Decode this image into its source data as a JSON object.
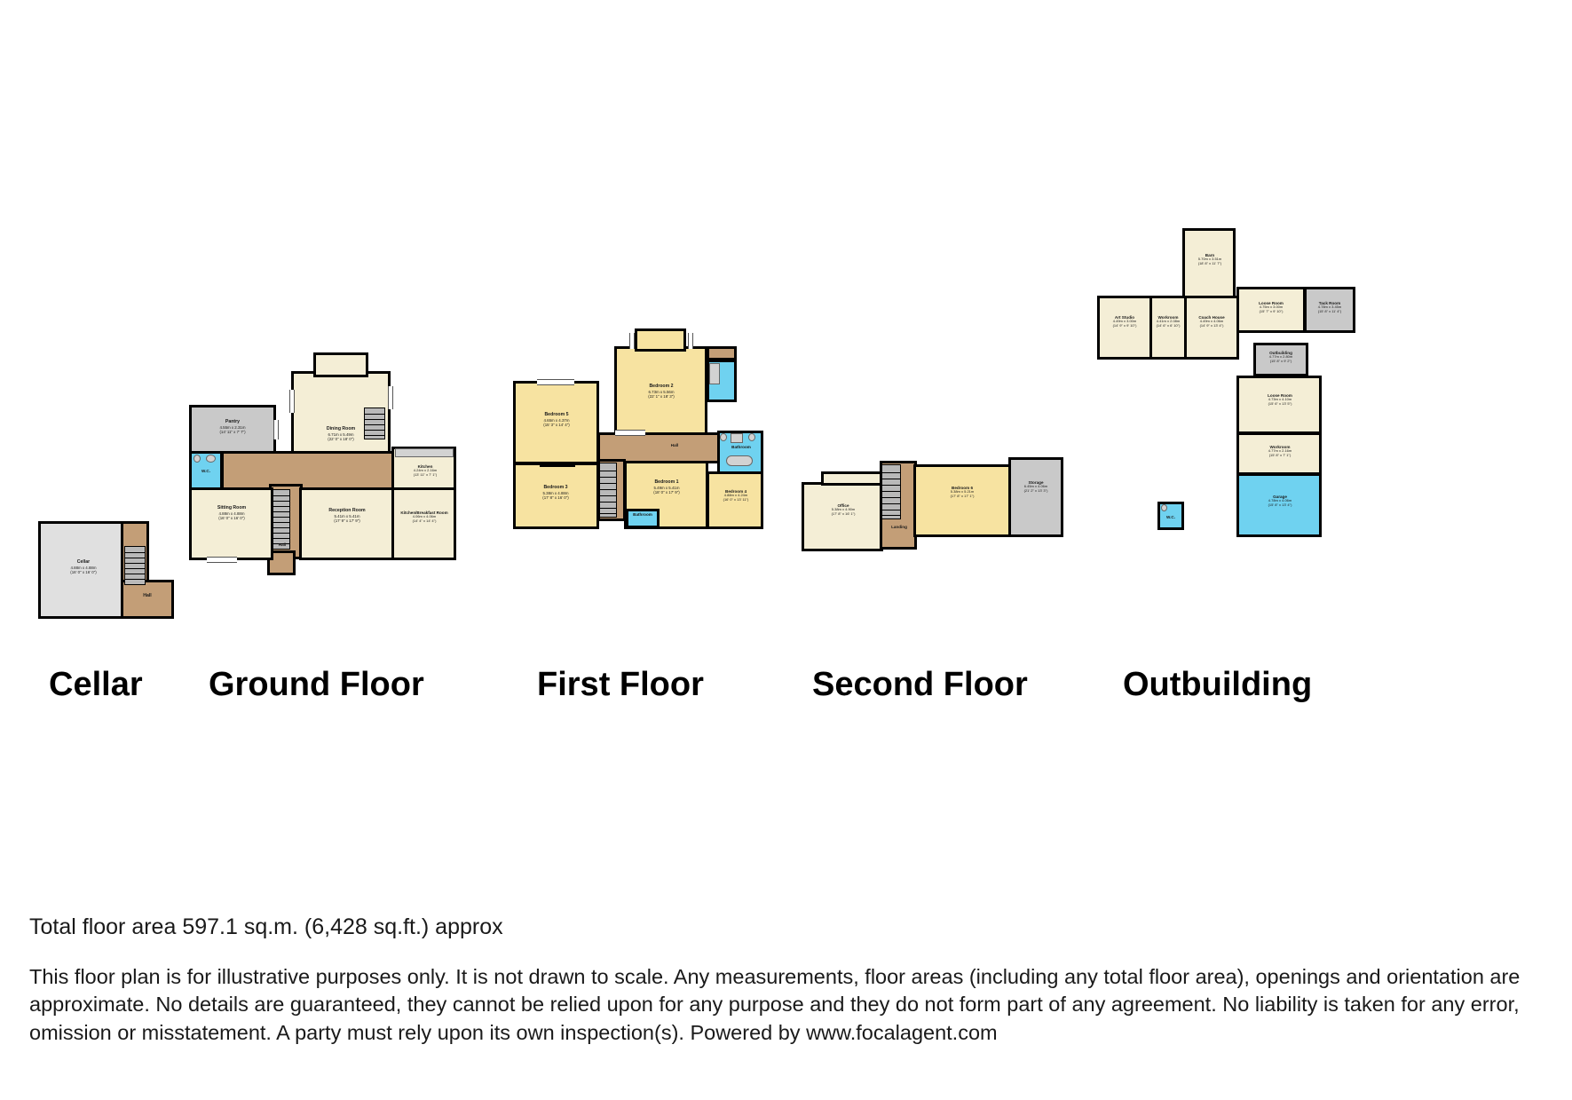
{
  "footer": {
    "total_area": "Total floor area 597.1 sq.m. (6,428 sq.ft.) approx",
    "disclaimer": "This floor plan is for illustrative purposes only. It is not drawn to scale. Any measurements, floor areas (including any total floor area), openings and orientation are approximate. No details are guaranteed, they cannot be relied upon for any purpose and they do not form part of any agreement. No liability is taken for any error, omission or misstatement. A party must rely upon its own inspection(s). Powered by www.focalagent.com"
  },
  "floors": [
    {
      "id": "cellar",
      "caption": "Cellar"
    },
    {
      "id": "ground_floor",
      "caption": "Ground Floor"
    },
    {
      "id": "first_floor",
      "caption": "First Floor"
    },
    {
      "id": "second_floor",
      "caption": "Second Floor"
    },
    {
      "id": "outbuilding",
      "caption": "Outbuilding"
    }
  ],
  "cellar": {
    "rooms": [
      {
        "name": "Cellar",
        "metric": "4.88m x 4.88m",
        "imperial": "(16' 0\" x 16' 0\")"
      },
      {
        "name": "Hall",
        "metric": "",
        "imperial": ""
      }
    ]
  },
  "ground_floor": {
    "rooms": [
      {
        "name": "Pantry",
        "metric": "4.55m x 2.31m",
        "imperial": "(14' 11\" x 7' 7\")"
      },
      {
        "name": "W.C.",
        "metric": "",
        "imperial": ""
      },
      {
        "name": "Dining Room",
        "metric": "6.71m x 5.49m",
        "imperial": "(22' 0\" x 18' 0\")"
      },
      {
        "name": "Sitting Room",
        "metric": "4.88m x 4.88m",
        "imperial": "(16' 0\" x 16' 0\")"
      },
      {
        "name": "Reception Room",
        "metric": "5.41m x 5.41m",
        "imperial": "(17' 9\" x 17' 9\")"
      },
      {
        "name": "Kitchen",
        "metric": "4.24m x 2.16m",
        "imperial": "(13' 11\" x 7' 1\")"
      },
      {
        "name": "Kitchen/Breakfast Room",
        "metric": "4.06m x 4.06m",
        "imperial": "(14' 4\" x 14' 4\")"
      },
      {
        "name": "Hall",
        "metric": "",
        "imperial": ""
      }
    ]
  },
  "first_floor": {
    "rooms": [
      {
        "name": "Bedroom 5",
        "metric": "4.65m x 4.37m",
        "imperial": "(15' 3\" x 14' 4\")"
      },
      {
        "name": "Bedroom 2",
        "metric": "6.73m x 5.56m",
        "imperial": "(22' 1\" x 18' 3\")"
      },
      {
        "name": "Bedroom 3",
        "metric": "5.38m x 4.88m",
        "imperial": "(17' 8\" x 16' 0\")"
      },
      {
        "name": "Bedroom 1",
        "metric": "5.49m x 5.41m",
        "imperial": "(18' 0\" x 17' 9\")"
      },
      {
        "name": "Bedroom 4",
        "metric": "4.88m x 4.24m",
        "imperial": "(16' 0\" x 13' 11\")"
      },
      {
        "name": "Bathroom",
        "metric": "",
        "imperial": ""
      },
      {
        "name": "Hall",
        "metric": "",
        "imperial": ""
      }
    ]
  },
  "second_floor": {
    "rooms": [
      {
        "name": "Office",
        "metric": "5.38m x 4.90m",
        "imperial": "(17' 8\" x 16' 1\")"
      },
      {
        "name": "Bedroom 6",
        "metric": "5.38m x 5.21m",
        "imperial": "(17' 8\" x 17' 1\")"
      },
      {
        "name": "Storage",
        "metric": "6.45m x 4.06m",
        "imperial": "(21' 2\" x 13' 3\")"
      },
      {
        "name": "Landing",
        "metric": "",
        "imperial": ""
      }
    ]
  },
  "outbuilding": {
    "rooms": [
      {
        "name": "Barn",
        "metric": "5.70m x 3.51m",
        "imperial": "(18' 8\" x 11' 7\")"
      },
      {
        "name": "Art Studio",
        "metric": "4.49m x 3.00m",
        "imperial": "(14' 9\" x 9' 10\")"
      },
      {
        "name": "Workroom",
        "metric": "4.41m x 2.08m",
        "imperial": "(14' 6\" x 6' 10\")"
      },
      {
        "name": "Coach House",
        "metric": "4.49m x 4.06m",
        "imperial": "(14' 9\" x 13' 4\")"
      },
      {
        "name": "Loose Room",
        "metric": "4.75m x 3.00m",
        "imperial": "(15' 7\" x 9' 10\")"
      },
      {
        "name": "Tack Room",
        "metric": "4.78m x 3.45m",
        "imperial": "(15' 8\" x 11' 4\")"
      },
      {
        "name": "Outbuilding",
        "metric": "4.77m x 2.80m",
        "imperial": "(15' 8\" x 9' 2\")"
      },
      {
        "name": "Loose Room",
        "metric": "4.73m x 4.10m",
        "imperial": "(15' 6\" x 13' 5\")"
      },
      {
        "name": "Workroom",
        "metric": "4.77m x 2.16m",
        "imperial": "(15' 8\" x 7' 1\")"
      },
      {
        "name": "Garage",
        "metric": "4.78m x 4.06m",
        "imperial": "(15' 8\" x 13' 4\")"
      },
      {
        "name": "W.C.",
        "metric": "",
        "imperial": ""
      }
    ]
  }
}
